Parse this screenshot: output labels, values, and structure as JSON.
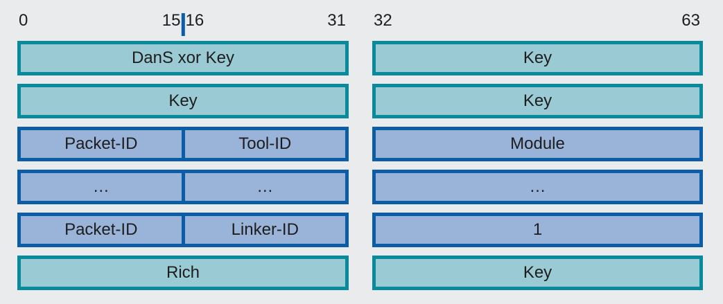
{
  "colors": {
    "background": "#e9ebed",
    "teal_border": "#098a9c",
    "teal_fill": "#9acbd4",
    "blue_border": "#0b5da8",
    "blue_fill": "#9ab3d9",
    "text": "#1d1d1d"
  },
  "ruler_left": {
    "start": "0",
    "mid_left": "15",
    "mid_right": "16",
    "end": "31"
  },
  "ruler_right": {
    "start": "32",
    "end": "63"
  },
  "left_column": {
    "rows": [
      {
        "style": "teal",
        "cells": [
          "DanS xor Key"
        ]
      },
      {
        "style": "teal",
        "cells": [
          "Key"
        ]
      },
      {
        "style": "blue",
        "cells": [
          "Packet-ID",
          "Tool-ID"
        ]
      },
      {
        "style": "blue",
        "cells": [
          "…",
          "…"
        ]
      },
      {
        "style": "blue",
        "cells": [
          "Packet-ID",
          "Linker-ID"
        ]
      },
      {
        "style": "teal",
        "cells": [
          "Rich"
        ]
      }
    ]
  },
  "right_column": {
    "rows": [
      {
        "style": "teal",
        "cells": [
          "Key"
        ]
      },
      {
        "style": "teal",
        "cells": [
          "Key"
        ]
      },
      {
        "style": "blue",
        "cells": [
          "Module"
        ]
      },
      {
        "style": "blue",
        "cells": [
          "…"
        ]
      },
      {
        "style": "blue",
        "cells": [
          "1"
        ]
      },
      {
        "style": "teal",
        "cells": [
          "Key"
        ]
      }
    ]
  }
}
